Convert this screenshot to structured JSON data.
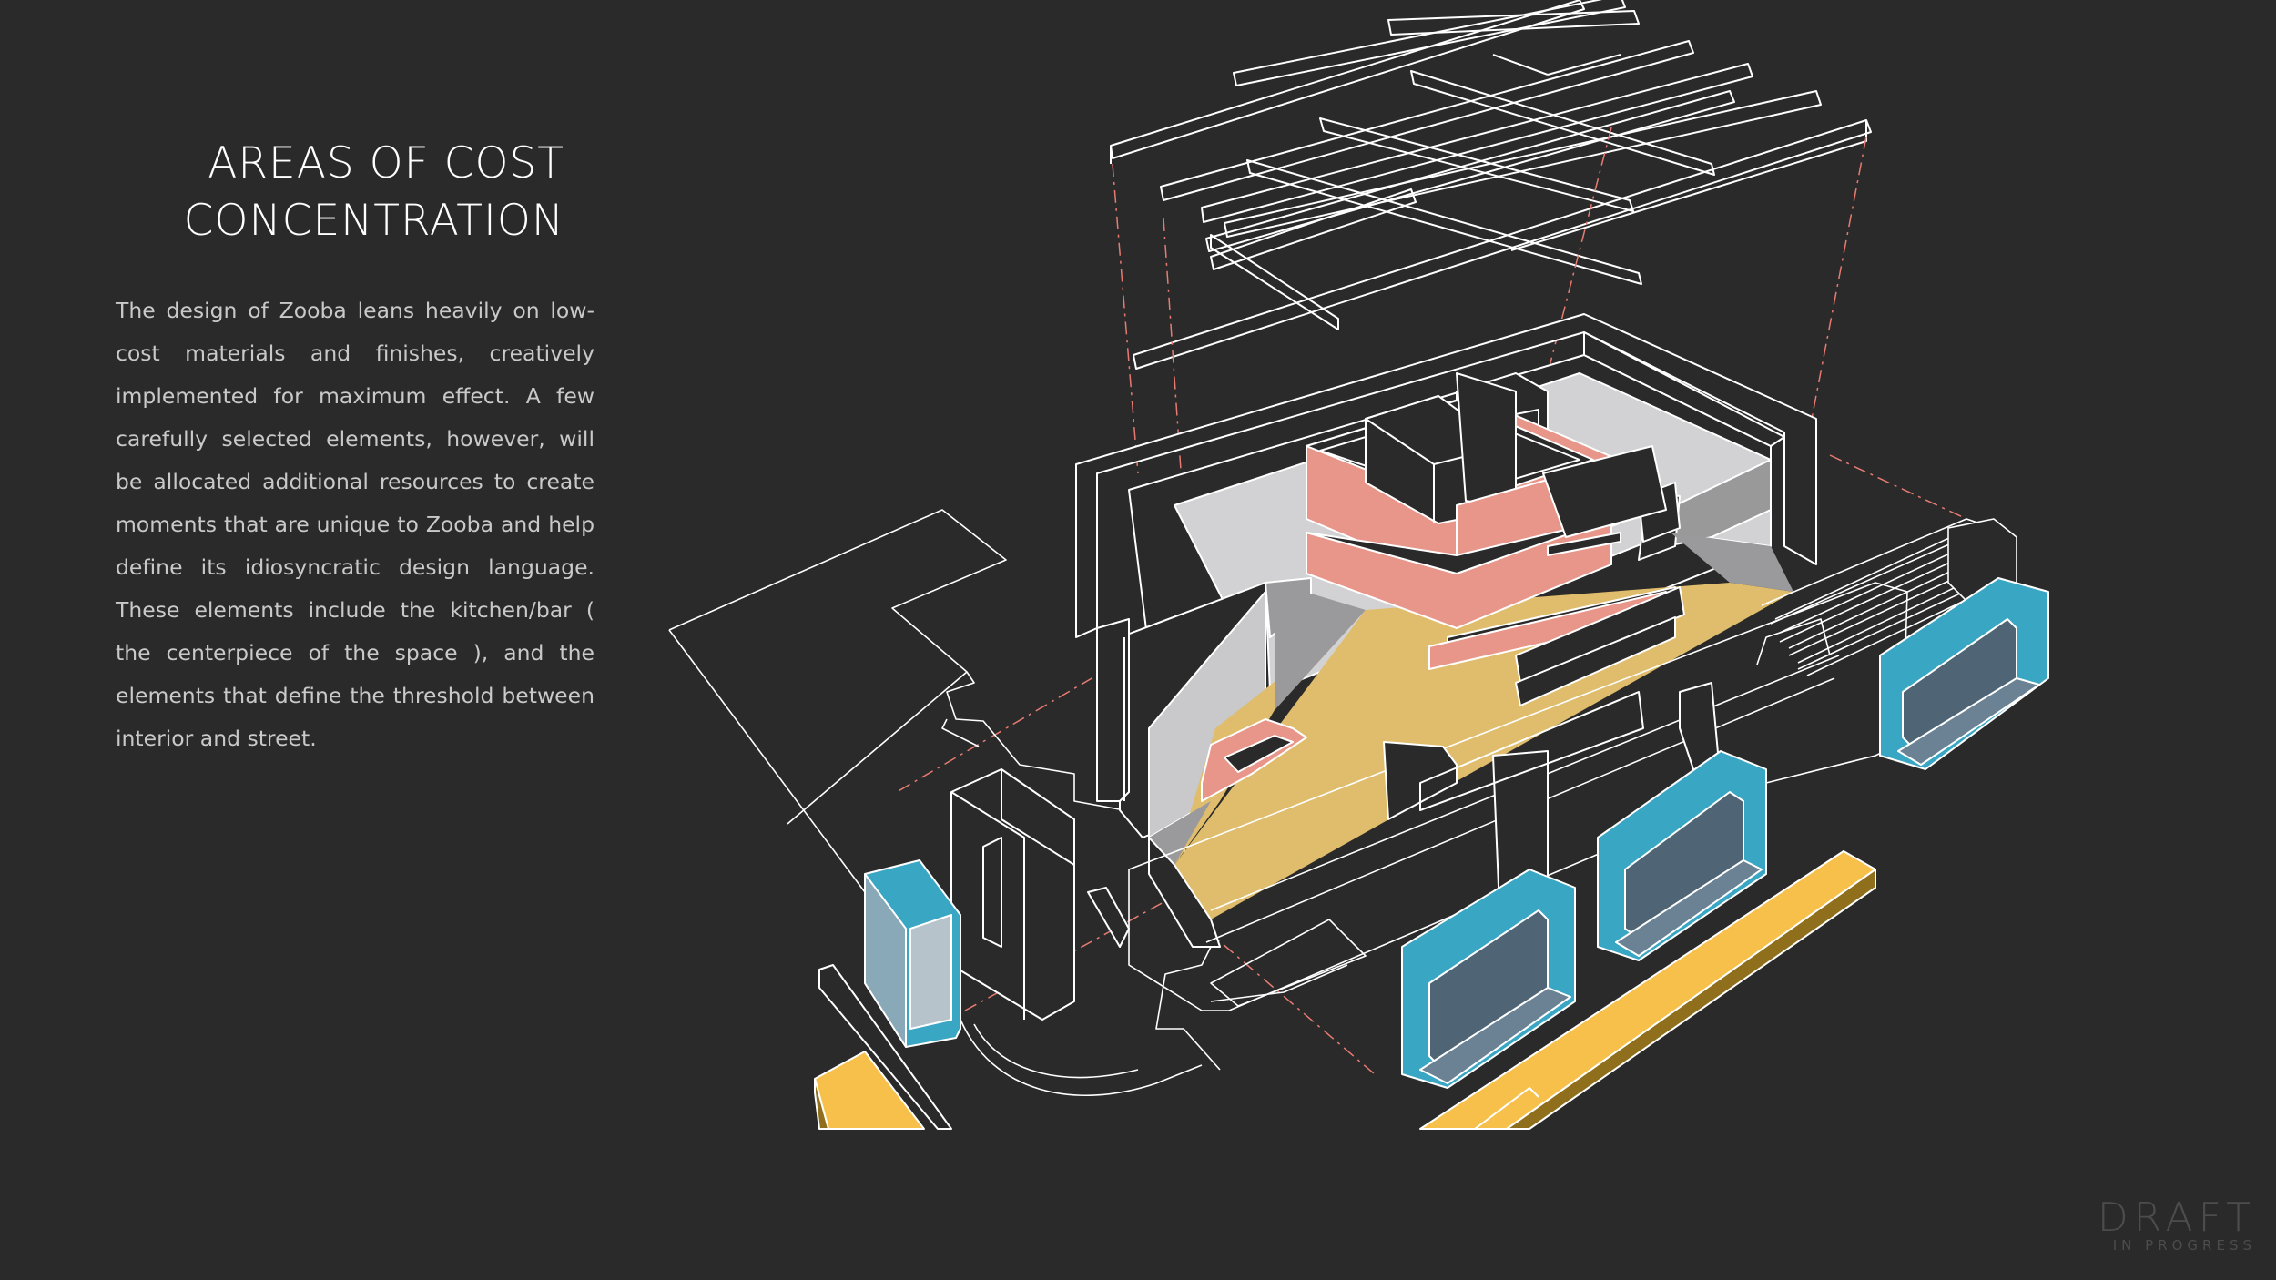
{
  "page": {
    "title_lines": [
      "AREAS OF COST",
      "CONCENTRATION"
    ],
    "body": "The design of Zooba leans heavily on low-cost materials and finishes, creatively implemented for maximum effect. A few carefully selected elements, however, will be allocated additional resources to create moments that are unique to Zooba and help define its idiosyncratic design language. These elements include the kitchen/bar ( the centerpiece of the space ), and the elements that define the threshold between interior and street."
  },
  "watermark": {
    "main": "DRAFT",
    "sub": "IN PROGRESS"
  },
  "colors": {
    "background": "#2a2a2a",
    "linework": "#ffffff",
    "kitchen_bar": "#e8968a",
    "floor": "#e0bd6c",
    "threshold_frames": "#39a6c4",
    "threshold_bars": "#f6c04a",
    "walls": "#d2d2d4",
    "dash_lines": "#e77b72"
  }
}
